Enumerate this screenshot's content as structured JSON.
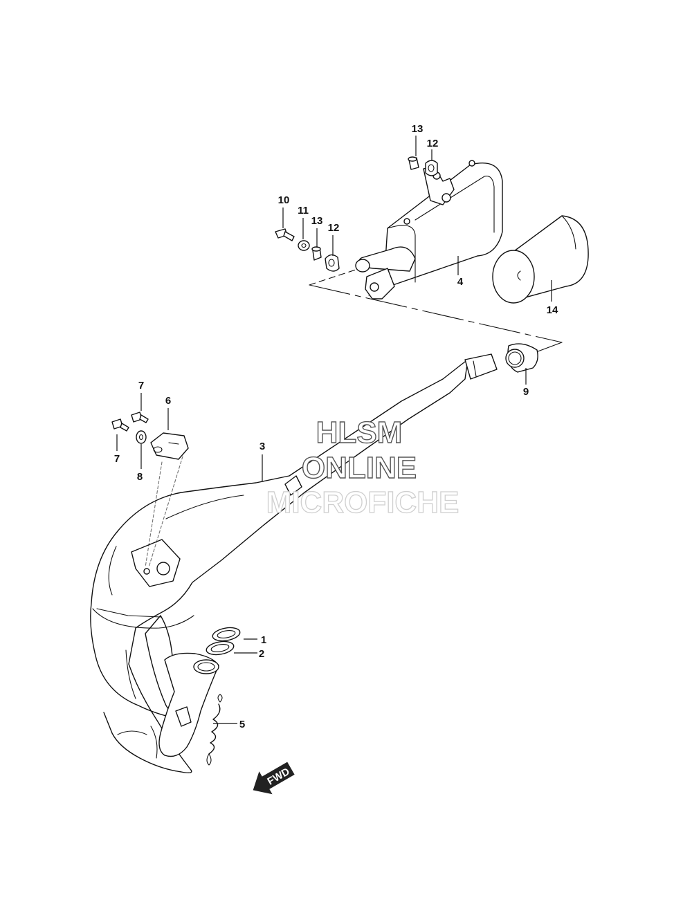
{
  "callouts": {
    "p1": "1",
    "p2": "2",
    "p3": "3",
    "p4": "4",
    "p5": "5",
    "p6": "6",
    "p7a": "7",
    "p7b": "7",
    "p8": "8",
    "p9": "9",
    "p10": "10",
    "p11": "11",
    "p12a": "12",
    "p12b": "12",
    "p13a": "13",
    "p13b": "13",
    "p14": "14"
  },
  "watermark": {
    "line1": "HLSM",
    "line2": "ONLINE",
    "line3": "MICROFICHE"
  },
  "direction_arrow": {
    "label": "FWD"
  }
}
